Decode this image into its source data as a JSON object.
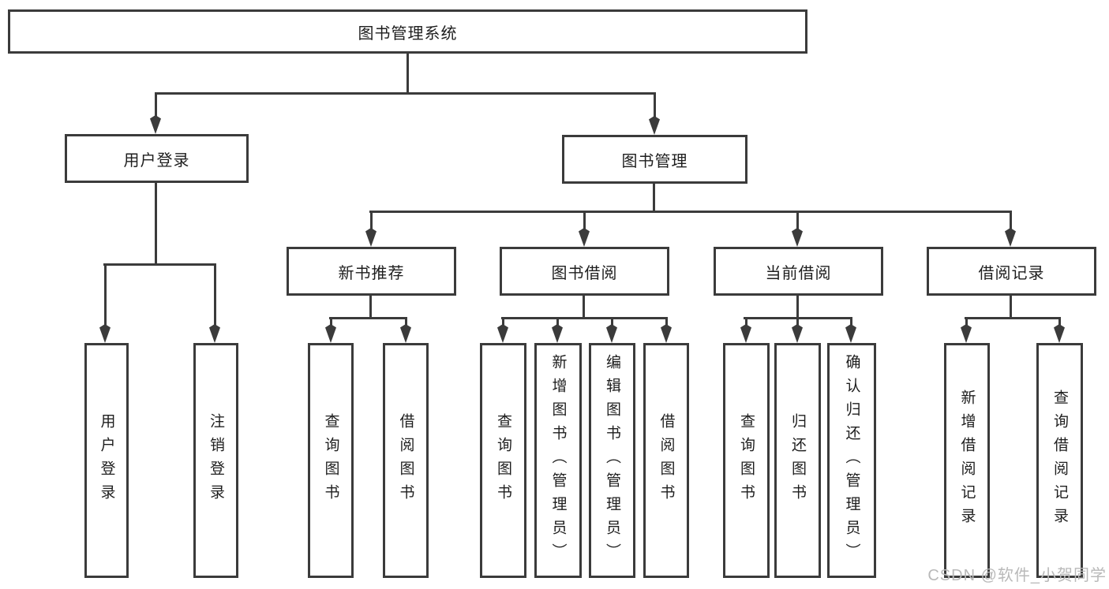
{
  "diagram": {
    "root": {
      "label": "图书管理系统"
    },
    "branches": [
      {
        "label": "用户登录",
        "children": [
          {
            "label": "用户登录"
          },
          {
            "label": "注销登录"
          }
        ]
      },
      {
        "label": "图书管理",
        "children": [
          {
            "label": "新书推荐",
            "children": [
              {
                "label": "查询图书"
              },
              {
                "label": "借阅图书"
              }
            ]
          },
          {
            "label": "图书借阅",
            "children": [
              {
                "label": "查询图书"
              },
              {
                "label": "新增图书（管理员）"
              },
              {
                "label": "编辑图书（管理员）"
              },
              {
                "label": "借阅图书"
              }
            ]
          },
          {
            "label": "当前借阅",
            "children": [
              {
                "label": "查询图书"
              },
              {
                "label": "归还图书"
              },
              {
                "label": "确认归还（管理员）"
              }
            ]
          },
          {
            "label": "借阅记录",
            "children": [
              {
                "label": "新增借阅记录"
              },
              {
                "label": "查询借阅记录"
              }
            ]
          }
        ]
      }
    ]
  },
  "watermark": {
    "text": "CSDN @软件_小贺同学"
  },
  "colors": {
    "line": "#3b3b3b",
    "text": "#1e1e1e",
    "background": "#ffffff",
    "watermark": "#b9b9b9"
  }
}
